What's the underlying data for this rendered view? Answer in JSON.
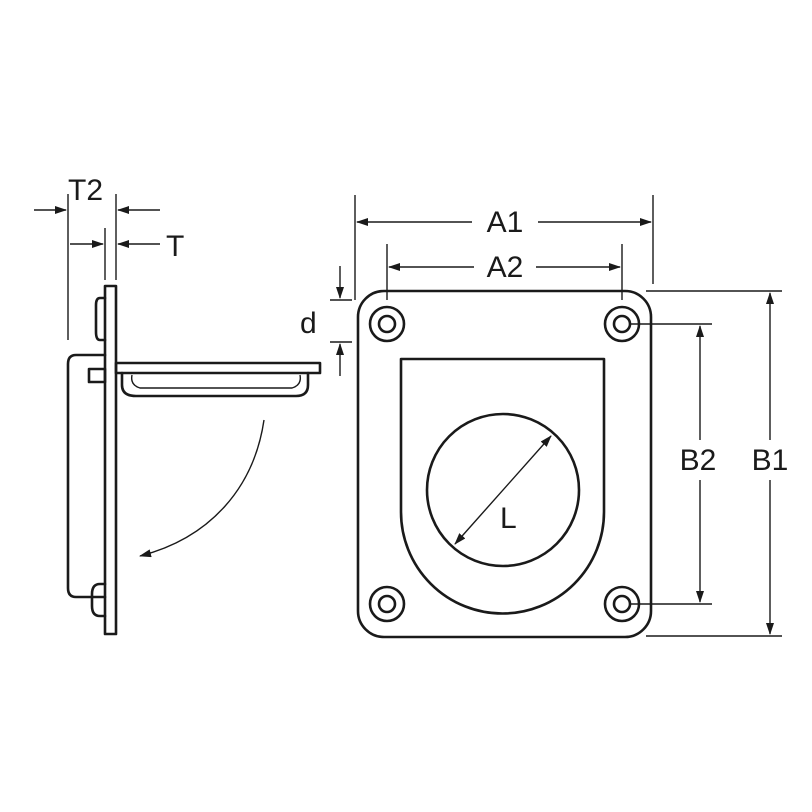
{
  "labels": {
    "t2": "T2",
    "t": "T",
    "d": "d",
    "a1": "A1",
    "a2": "A2",
    "b1": "B1",
    "b2": "B2",
    "l": "L"
  },
  "colors": {
    "line": "#1a1a1a",
    "background": "#ffffff"
  }
}
